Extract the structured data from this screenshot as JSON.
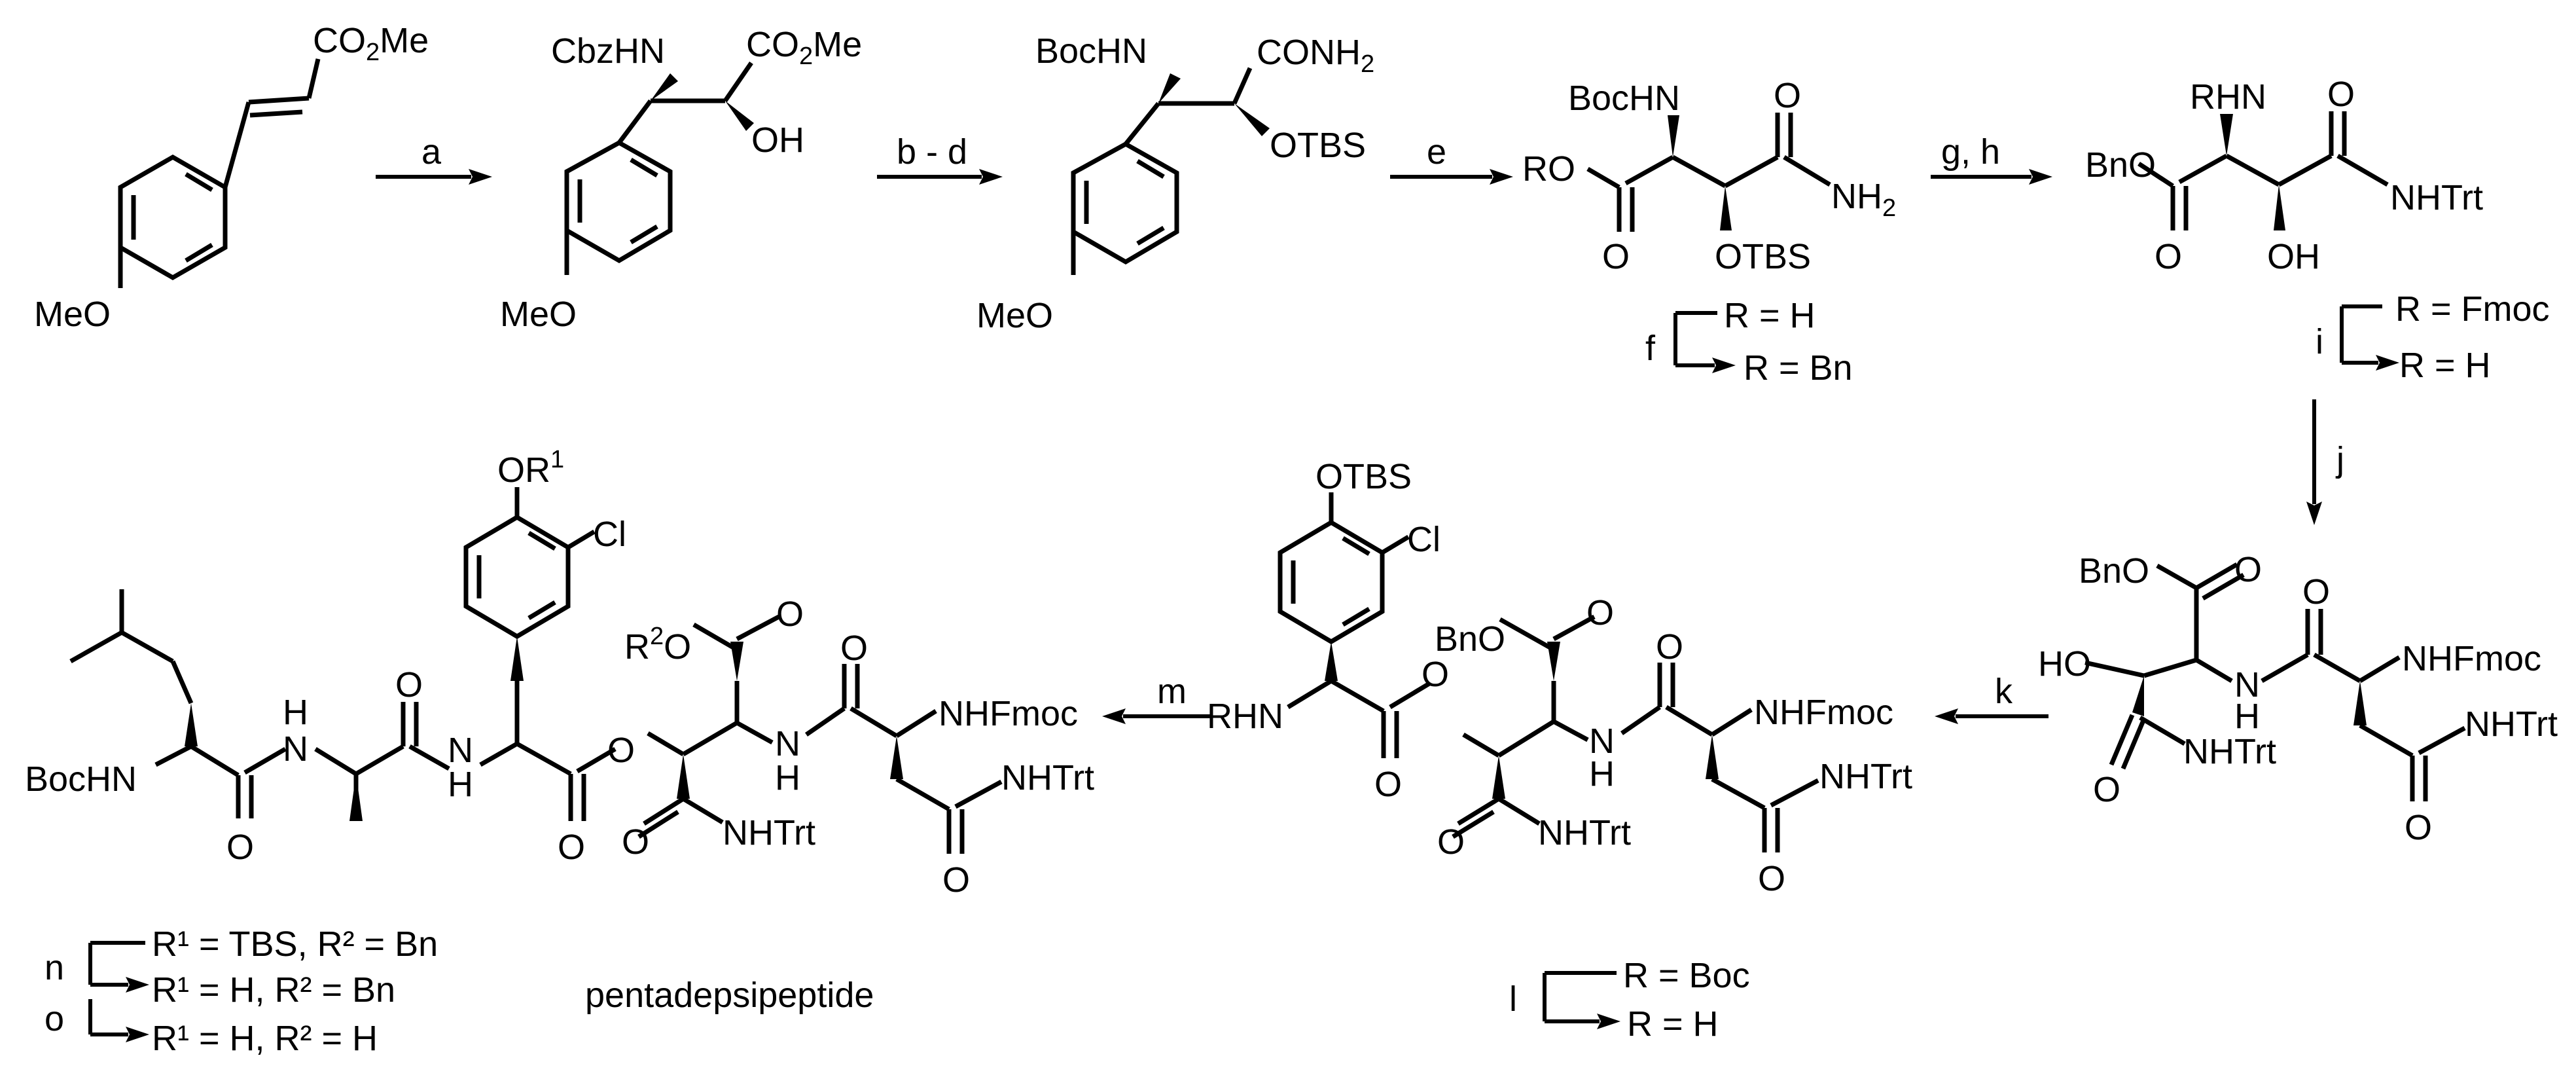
{
  "scheme": {
    "steps": {
      "a": "a",
      "bd": "b - d",
      "e": "e",
      "gh": "g, h",
      "i": "i",
      "j": "j",
      "k": "k",
      "l": "l",
      "m": "m",
      "n": "n",
      "o": "o"
    },
    "conditions": {
      "f_from": "R = H",
      "f_to": "R = Bn",
      "f_label": "f",
      "i_from": "R = Fmoc",
      "i_to": "R = H",
      "l_from": "R = Boc",
      "l_to": "R = H"
    },
    "labels": {
      "co2me": "CO",
      "me": "Me",
      "sub2": "2",
      "meo": "MeO",
      "cbzhn": "CbzHN",
      "oh": "OH",
      "bochn": "BocHN",
      "conh": "CONH",
      "otbs": "OTBS",
      "ro": "RO",
      "nh": "NH",
      "o": "O",
      "rhn": "RHN",
      "bno": "BnO",
      "nhtrt": "NHTrt",
      "ho": "HO",
      "n": "N",
      "h": "H",
      "nhfmoc": "NHFmoc",
      "cl": "Cl",
      "r": "R",
      "one": "1",
      "two": "2",
      "or": "OR",
      "rsup2": "R",
      "n_from": "R¹ = TBS, R² = Bn",
      "n_to": "R¹ = H, R² = Bn",
      "o_to": "R¹ = H, R² = H",
      "product": "pentadepsipeptide"
    }
  }
}
